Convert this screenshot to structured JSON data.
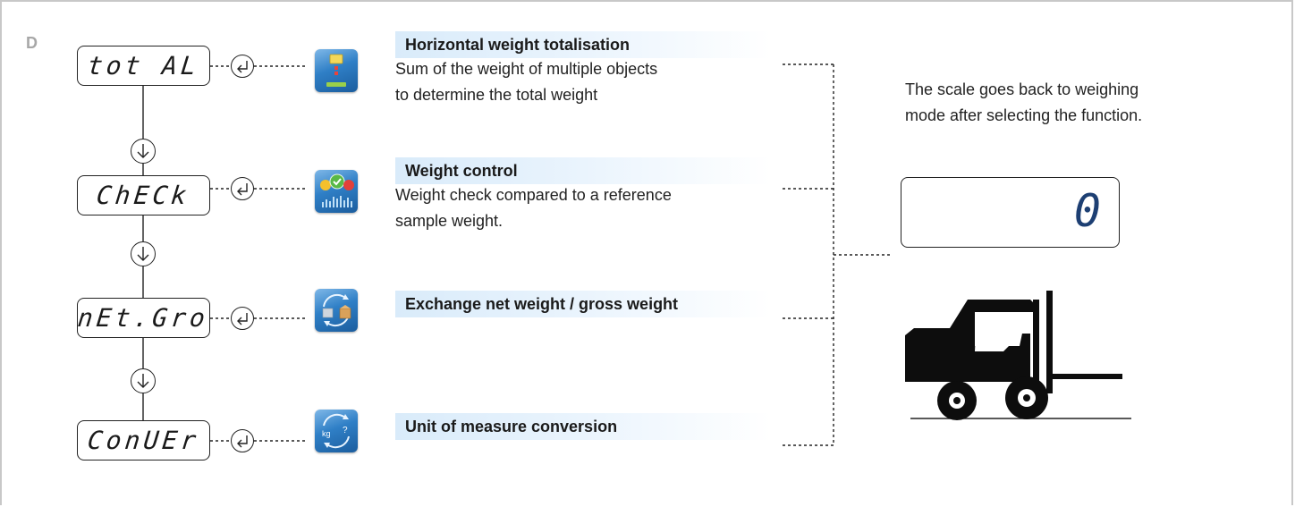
{
  "section_letter": "D",
  "lcd_items": [
    {
      "code": "tot AL"
    },
    {
      "code": "ChECk"
    },
    {
      "code": "nEt.Gro"
    },
    {
      "code": "ConUEr"
    }
  ],
  "functions": [
    {
      "title": "Horizontal weight totalisation",
      "description_lines": [
        "Sum of the weight of multiple objects",
        "to determine the total weight"
      ],
      "icon": "totalisation-icon"
    },
    {
      "title": "Weight control",
      "description_lines": [
        "Weight check compared to a reference",
        "sample weight."
      ],
      "icon": "weight-control-icon"
    },
    {
      "title": "Exchange net weight / gross weight",
      "description_lines": [],
      "icon": "net-gross-exchange-icon"
    },
    {
      "title": "Unit of measure conversion",
      "description_lines": [],
      "icon": "unit-conversion-icon",
      "icon_text": "kg ?"
    }
  ],
  "note": {
    "line1": "The scale goes back to weighing",
    "line2": "mode after selecting the function."
  },
  "display_value": "0",
  "colors": {
    "accent_blue": "#2f7fc6",
    "title_band": "#d9ebfa",
    "display_digit": "#1d3f73",
    "section_letter": "#a7a7a7"
  }
}
